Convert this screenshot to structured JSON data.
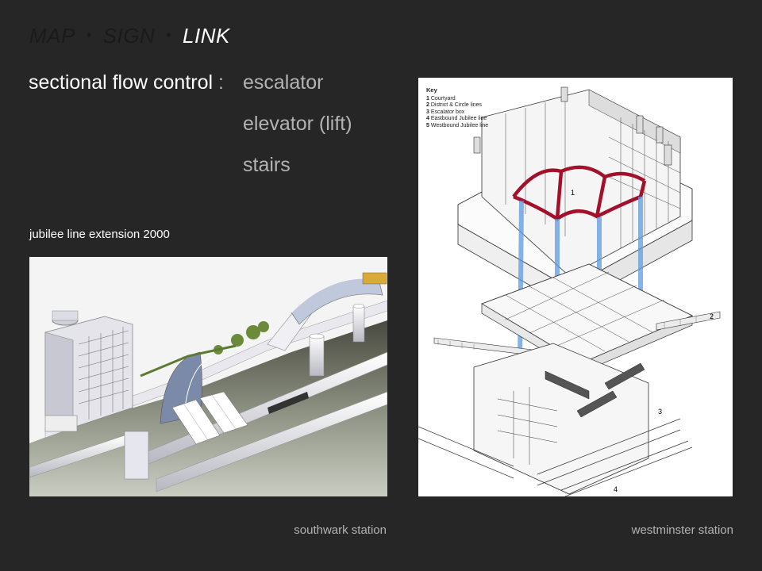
{
  "header": {
    "items": [
      {
        "label": "MAP",
        "active": false
      },
      {
        "label": "SIGN",
        "active": false
      },
      {
        "label": "LINK",
        "active": true
      }
    ],
    "separator": "•"
  },
  "heading": {
    "title": "sectional flow control",
    "colon": ":",
    "modes": [
      "escalator",
      "elevator (lift)",
      "stairs"
    ]
  },
  "subtitle": "jubilee line extension 2000",
  "southwark": {
    "caption": "southwark station"
  },
  "westminster": {
    "caption": "westminster station",
    "key_title": "Key",
    "key_items": [
      {
        "num": "1",
        "label": "Courtyard"
      },
      {
        "num": "2",
        "label": "District & Circle lines"
      },
      {
        "num": "3",
        "label": "Escalator box"
      },
      {
        "num": "4",
        "label": "Eastbound Jubilee line"
      },
      {
        "num": "5",
        "label": "Westbound Jubilee line"
      }
    ],
    "callouts": [
      "1",
      "2",
      "3",
      "4"
    ]
  },
  "colors": {
    "background": "#262626",
    "highlight_red": "#a3102a",
    "highlight_blue": "#5b9be0"
  }
}
